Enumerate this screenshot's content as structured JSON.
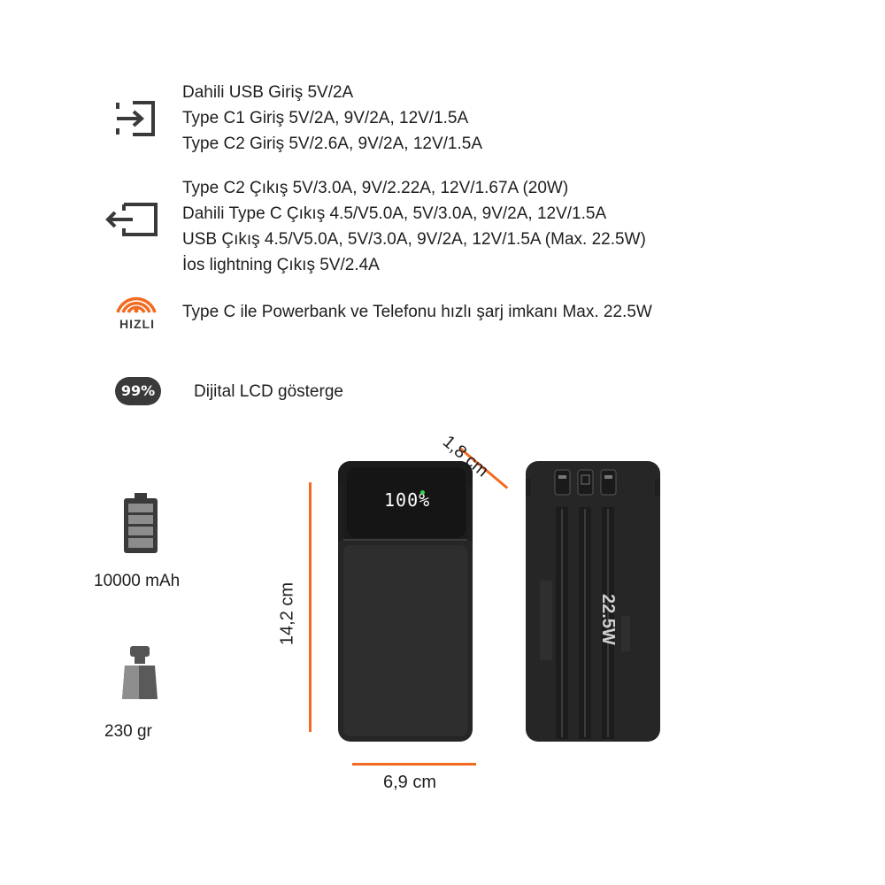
{
  "colors": {
    "accent": "#f26b21",
    "icon_grey": "#3a3a3a",
    "device_body": "#2b2b2b",
    "device_panel": "#333333",
    "lcd_text": "#ffffff",
    "led_green": "#3ccf4e"
  },
  "input_section": {
    "icon": "input-arrow-icon",
    "lines": [
      "Dahili USB Giriş 5V/2A",
      "Type C1 Giriş 5V/2A, 9V/2A, 12V/1.5A",
      "Type C2 Giriş 5V/2.6A, 9V/2A, 12V/1.5A"
    ]
  },
  "output_section": {
    "icon": "output-arrow-icon",
    "lines": [
      "Type C2 Çıkış 5V/3.0A, 9V/2.22A, 12V/1.67A (20W)",
      "Dahili Type C Çıkış 4.5/V5.0A, 5V/3.0A, 9V/2A, 12V/1.5A",
      "USB Çıkış 4.5/V5.0A, 5V/3.0A, 9V/2A, 12V/1.5A (Max. 22.5W)",
      "İos lightning Çıkış 5V/2.4A"
    ]
  },
  "fast_charge": {
    "icon": "fast-charge-icon",
    "badge_text": "HIZLI",
    "text": "Type C ile Powerbank ve Telefonu hızlı şarj imkanı Max. 22.5W"
  },
  "lcd": {
    "icon": "percent-badge-icon",
    "badge_text": "99%",
    "text": "Dijital LCD gösterge"
  },
  "capacity": {
    "icon": "battery-icon",
    "label": "10000 mAh"
  },
  "weight": {
    "icon": "weight-icon",
    "label": "230 gr"
  },
  "dimensions": {
    "depth": "1,8 cm",
    "height": "14,2 cm",
    "width": "6,9 cm"
  },
  "device": {
    "display_text": "100%",
    "back_wattage": "22.5W"
  }
}
